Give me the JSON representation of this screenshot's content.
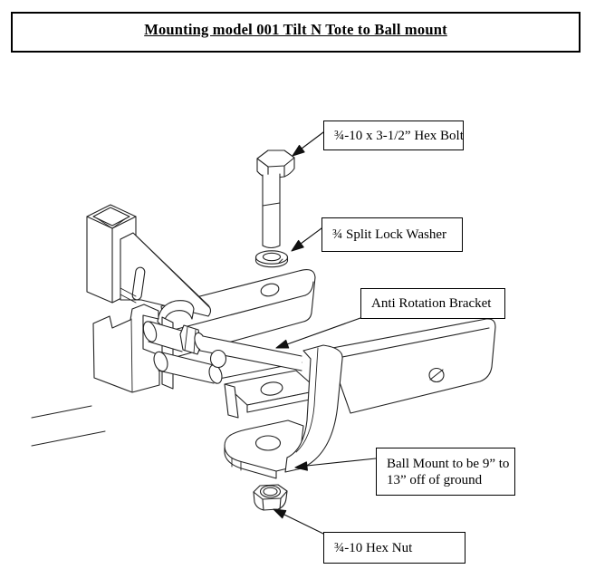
{
  "document": {
    "title": "Mounting model 001 Tilt N Tote to Ball mount"
  },
  "callouts": {
    "hex_bolt": "¾-10 x 3-1/2” Hex Bolt",
    "lock_washer": "¾ Split Lock Washer",
    "anti_rotation_bracket": "Anti Rotation Bracket",
    "ball_mount_line1": "Ball Mount to be 9” to",
    "ball_mount_line2": "13” off of ground",
    "hex_nut": "¾-10 Hex Nut"
  },
  "diagram": {
    "parts": [
      "hex-bolt",
      "split-lock-washer",
      "receiver-tube-with-hole",
      "tilt-n-tote-clamp-assembly",
      "trailer-tongue-bar",
      "anti-rotation-bracket",
      "ball-mount-drawbar",
      "hex-nut"
    ]
  },
  "colors": {
    "line": "#222222",
    "background": "#ffffff",
    "border": "#000000"
  }
}
